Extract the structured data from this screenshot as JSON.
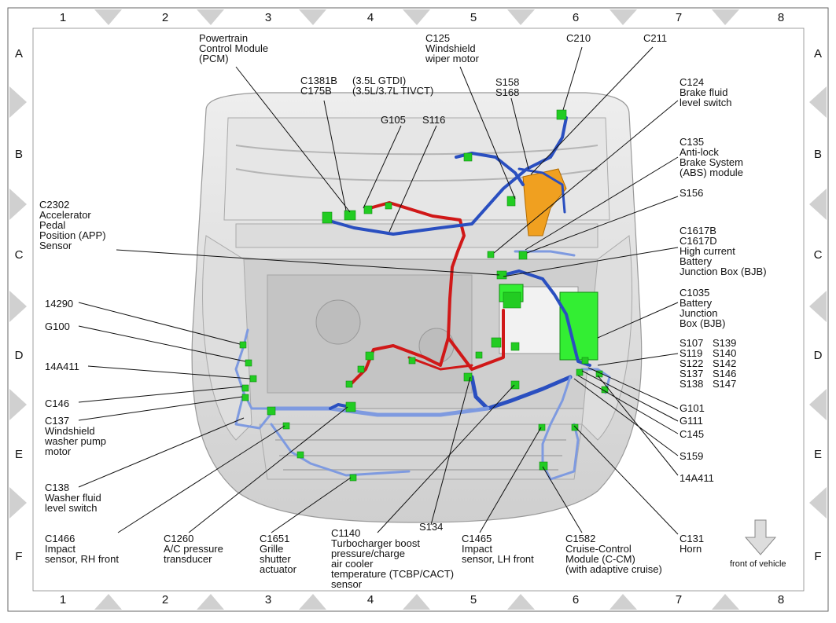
{
  "grid": {
    "columns": [
      "1",
      "2",
      "3",
      "4",
      "5",
      "6",
      "7",
      "8"
    ],
    "rows": [
      "A",
      "B",
      "C",
      "D",
      "E",
      "F"
    ]
  },
  "labels": {
    "pcm": "Powertrain\nControl Module\n(PCM)",
    "c1381b": "C1381B\nC175B",
    "engine_variants": "(3.5L GTDI)\n(3.5L/3.7L TIVCT)",
    "g105": "G105",
    "s116": "S116",
    "c125": "C125\nWindshield\nwiper motor",
    "c210": "C210",
    "c211": "C211",
    "s158": "S158\nS168",
    "c124": "C124\nBrake fluid\nlevel switch",
    "c135": "C135\nAnti-lock\nBrake System\n(ABS) module",
    "s156": "S156",
    "c1617": "C1617B\nC1617D\nHigh current\nBattery\nJunction Box (BJB)",
    "c1035": "C1035\nBattery\nJunction\nBox (BJB)",
    "splices_a": "S107\nS119\nS122\nS137\nS138",
    "splices_b": "S139\nS140\nS142\nS146\nS147",
    "g101": "G101",
    "g111": "G111",
    "c145": "C145",
    "s159": "S159",
    "14a411_right": "14A411",
    "c131": "C131\nHorn",
    "c2302": "C2302\nAccelerator\nPedal\nPosition (APP)\nSensor",
    "14290": "14290",
    "g100": "G100",
    "14a411_left": "14A411",
    "c146": "C146",
    "c137": "C137\nWindshield\nwasher pump\nmotor",
    "c138": "C138\nWasher fluid\nlevel switch",
    "c1466": "C1466\nImpact\nsensor, RH front",
    "c1260": "C1260\nA/C pressure\ntransducer",
    "c1651": "C1651\nGrille\nshutter\nactuator",
    "c1140": "C1140\nTurbocharger boost\npressure/charge\nair cooler\ntemperature (TCBP/CACT)\nsensor",
    "s134": "S134",
    "c1465": "C1465\nImpact\nsensor, LH front",
    "c1582": "C1582\nCruise-Control\nModule (C-CM)\n(with adaptive cruise)",
    "front_of_vehicle": "front of vehicle"
  },
  "colors": {
    "harness_blue": "#2a4fc0",
    "harness_light_blue": "#7e9ae0",
    "harness_red": "#d01818",
    "connector_green": "#22cc22",
    "bjb_green": "#33ee33",
    "orange": "#f0a020",
    "body_gray": "#d8d8d8",
    "callout_line": "#111111"
  }
}
